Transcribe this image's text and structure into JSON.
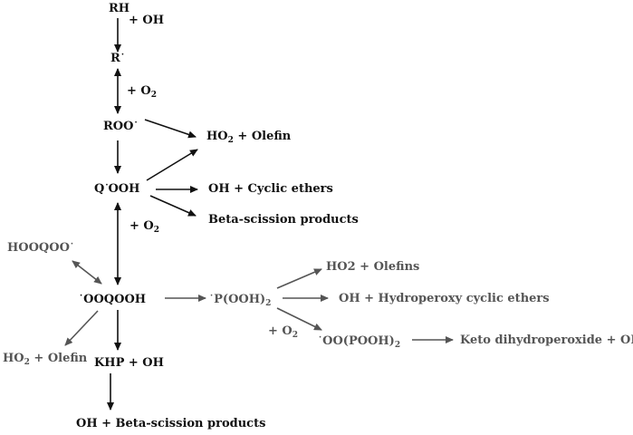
{
  "colors": {
    "main": "#111111",
    "secondary": "#555555",
    "background": "#ffffff"
  },
  "labels": {
    "rh": "RH",
    "plus_oh_1": "+ OH",
    "r": "R",
    "radical_dot": "·",
    "plus_o": "+ O",
    "two": "2",
    "roo": "ROO",
    "ho": "HO",
    "plus_olefin": " + Olefin",
    "q": "Q",
    "ooh": "OOH",
    "oh_cyclic_ethers": "OH + Cyclic ethers",
    "beta_scission_products": "Beta-scission products",
    "hooqoo": "HOOQOO",
    "ooqooh": "OOQOOH",
    "p_ooh": "P(OOH)",
    "ho2_olefins": "HO2 + Olefins",
    "oh_hydroperoxy_cyclic_ethers": "OH + Hydroperoxy cyclic ethers",
    "oo_pooh": "OO(POOH)",
    "keto_dihydroperoxide_oh": "Keto dihydroperoxide + OH",
    "kph_oh": "KHP + OH",
    "oh_beta_scission_products": "OH + Beta-scission products"
  }
}
